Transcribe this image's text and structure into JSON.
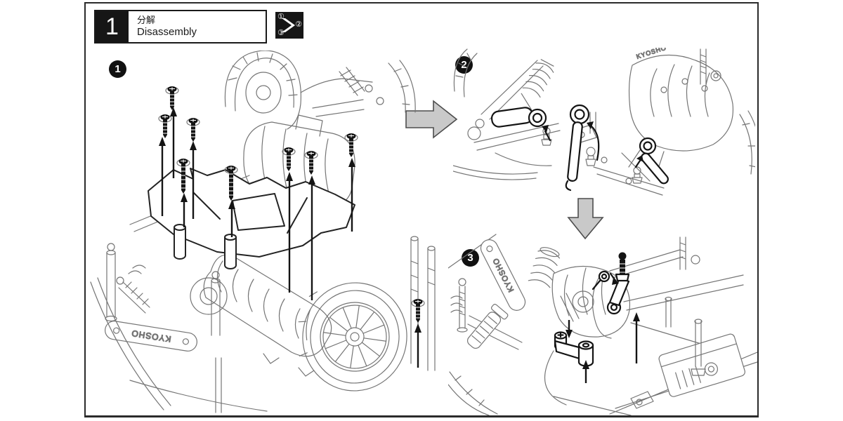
{
  "page": {
    "background": "#ffffff",
    "frame_color": "#2b2b2b"
  },
  "header": {
    "step_number": "1",
    "title_jp": "分解",
    "title_en": "Disassembly",
    "sequence_icon": {
      "first": "①",
      "second": "②",
      "third": "③"
    }
  },
  "panels": {
    "p1_badge": "1",
    "p2_badge": "2",
    "p3_badge": "3"
  },
  "brand": "KYOSHO",
  "colors": {
    "ink": "#1a1a1a",
    "line_art": "#757575",
    "flow_arrow_fill": "#c9c9c9",
    "flow_arrow_edge": "#4d4d4d"
  }
}
